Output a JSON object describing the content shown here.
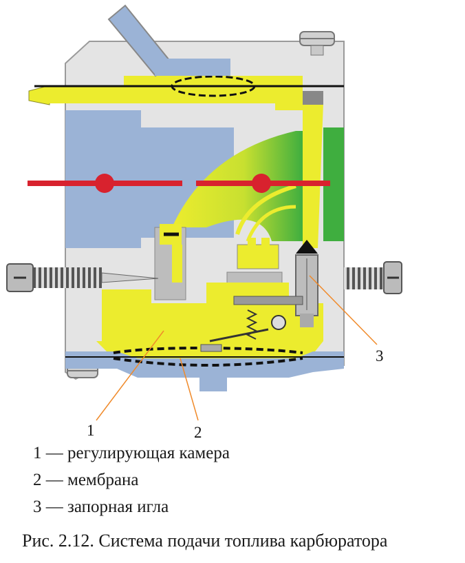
{
  "figure": {
    "callouts": [
      "1",
      "2",
      "3"
    ]
  },
  "legend": [
    {
      "text": "1 — регулирующая камера"
    },
    {
      "text": "2 — мембрана"
    },
    {
      "text": "3 — запорная игла"
    }
  ],
  "caption": "Рис. 2.12. Система подачи топлива карбюратора",
  "colors": {
    "fuel": "#ecec2e",
    "air": "#9bb3d6",
    "body": "#e6e6e6",
    "mixture": "#3fae3f",
    "throttle": "#d8222e",
    "leader": "#f08a2a"
  }
}
